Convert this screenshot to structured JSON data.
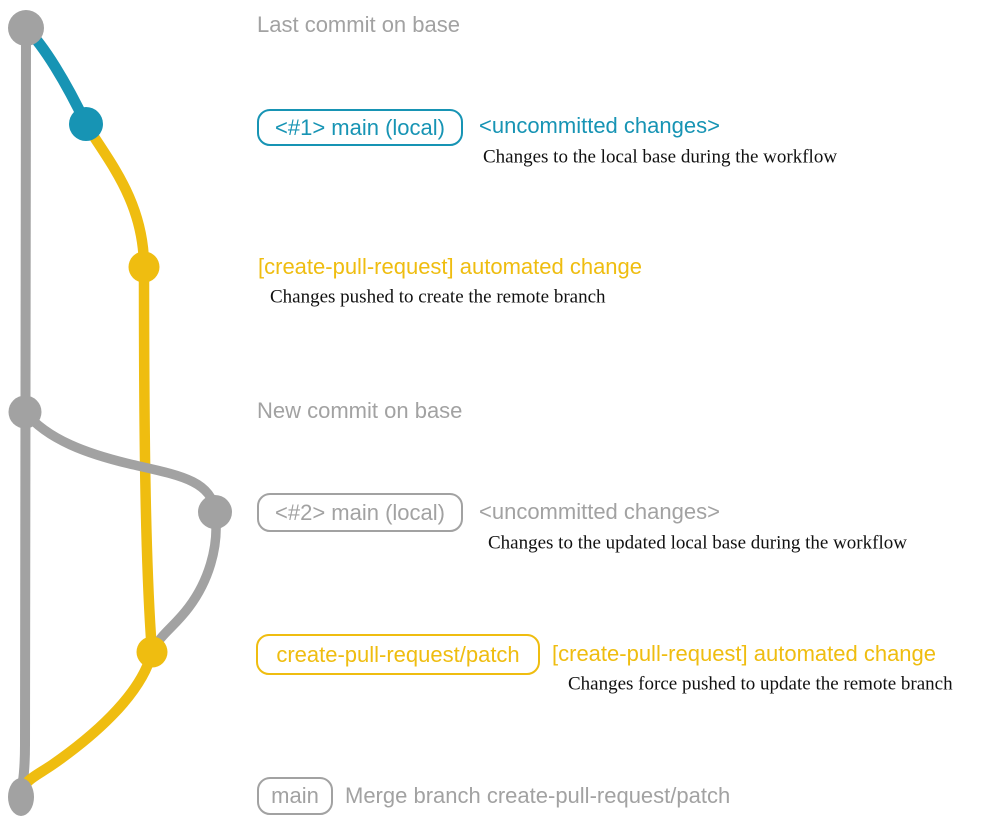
{
  "colors": {
    "gray": "#a2a2a2",
    "blue": "#1794b4",
    "yellow": "#efbd10",
    "ink": "#111111",
    "bg": "#ffffff"
  },
  "annotations": {
    "last_commit": "Last commit on base",
    "new_commit": "New commit on base",
    "merge_message": "Merge branch create-pull-request/patch"
  },
  "local1": {
    "badge": "<#1> main (local)",
    "status": "<uncommitted changes>",
    "note": "Changes to the local base during the workflow"
  },
  "push1": {
    "title": "[create-pull-request] automated change",
    "note": "Changes pushed to create the remote branch"
  },
  "local2": {
    "badge": "<#2> main (local)",
    "status": "<uncommitted changes>",
    "note": "Changes to the updated local base during the workflow"
  },
  "push2": {
    "badge": "create-pull-request/patch",
    "title": "[create-pull-request] automated change",
    "note": "Changes force pushed to update the remote branch"
  },
  "merge": {
    "badge": "main"
  }
}
